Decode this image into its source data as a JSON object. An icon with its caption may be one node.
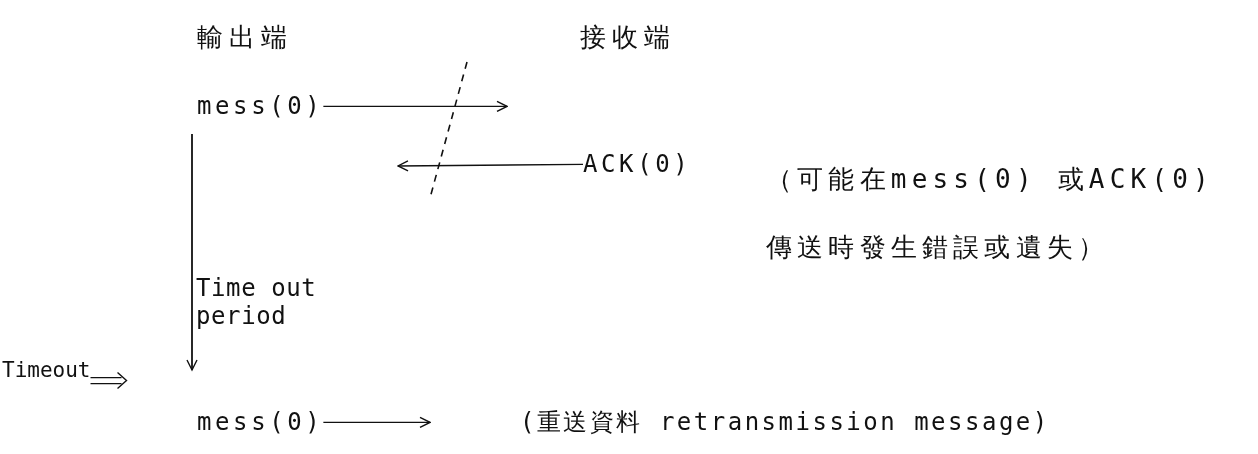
{
  "diagram": {
    "nodes": [
      {
        "text": [
          "mess(0)"
        ]
      },
      {
        "text": [
          "ACK(0)"
        ]
      },
      {
        "text": [
          "Timeout"
        ]
      },
      {
        "text": [
          "mess(0)"
        ]
      }
    ],
    "edges": [
      {
        "from": 0,
        "to": null,
        "arrow": "to"
      },
      {
        "from": 1,
        "to": null,
        "arrow": "to"
      },
      {
        "from": 2,
        "to": null,
        "arrow": "to"
      },
      {
        "from": 3,
        "to": null,
        "arrow": "to"
      }
    ],
    "labels": [
      "輸出端",
      "接收端",
      "（可能在mess(0) 或ACK(0)傳送時發生錯誤或遺失）",
      "Time out period",
      "(重送資料 retransmission message)"
    ]
  }
}
